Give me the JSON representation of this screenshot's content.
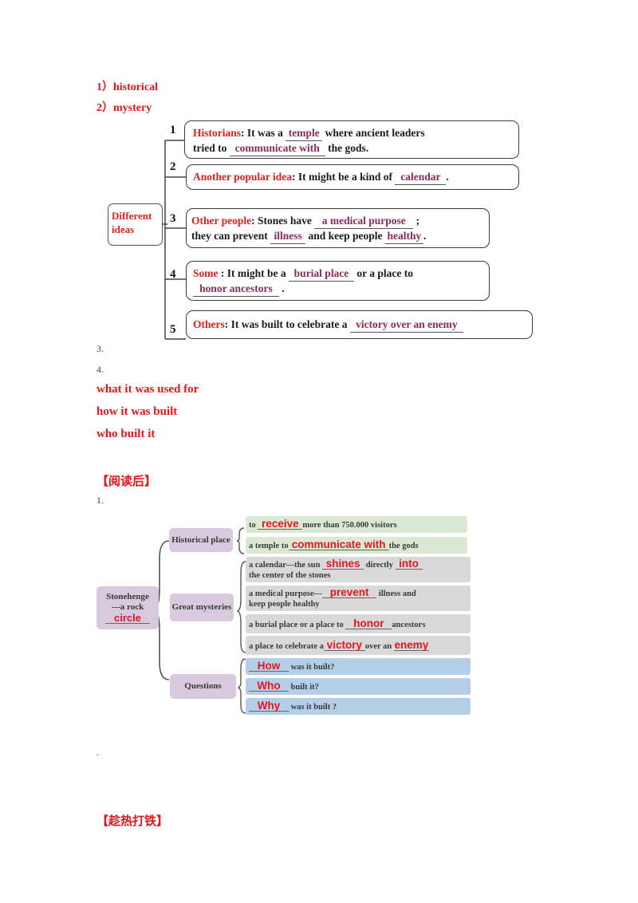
{
  "list1": [
    "1）historical",
    "2）mystery"
  ],
  "diagram1": {
    "center": "Different ideas",
    "items": [
      {
        "num": "1",
        "label": "Historians",
        "pre": ": It was a ",
        "fill1": "temple",
        "mid": " where ancient leaders",
        "line2pre": "tried to ",
        "fill2": "communicate with",
        "line2post": " the gods."
      },
      {
        "num": "2",
        "label": "Another popular idea",
        "pre": ": It might be a kind of ",
        "fill1": "calendar",
        "post": "."
      },
      {
        "num": "3",
        "label": "Other people",
        "pre": ": Stones have ",
        "fill1": "a medical purpose",
        "mid": " ;",
        "line2pre": "they can prevent ",
        "fill2": "illness",
        "line2mid": " and keep people ",
        "fill3": "healthy",
        "line2post": "."
      },
      {
        "num": "4",
        "label": "Some",
        "pre": " : It might be a ",
        "fill1": "burial place",
        "mid": " or a place to",
        "fill2": "honor ancestors",
        "line2post": " ."
      },
      {
        "num": "5",
        "label": "Others",
        "pre": ":  It was built to celebrate a ",
        "fill1": "victory over an enemy"
      }
    ]
  },
  "list2": [
    "3.",
    "4."
  ],
  "answers": [
    "what it was used for",
    "how it was built",
    "who built it"
  ],
  "section_after": "【阅读后】",
  "item1": "1.",
  "diagram2": {
    "center_top": "Stonehenge",
    "center_mid": "---a rock",
    "center_ans": "circle",
    "branches": [
      "Historical place",
      "Great mysteries",
      "Questions"
    ],
    "rows": {
      "r1_pre": "to ",
      "r1_ans": "receive",
      "r1_post": "more than 750.000 visitors",
      "r2_pre": "a temple to",
      "r2_ans": "communicate with",
      "r2_post": "the gods",
      "r3_pre": "a calendar---the sun ",
      "r3_ans1": "shines",
      "r3_mid": " directly ",
      "r3_ans2": "into",
      "r3_line2": "the center of the stones",
      "r4_pre": "a medical purpose---",
      "r4_ans": "prevent",
      "r4_post": " illness and",
      "r4_line2": "keep people healthy",
      "r5_pre": "a burial place or a place to ",
      "r5_ans": "honor",
      "r5_post": "ancestors",
      "r6_pre": "a place to celebrate a",
      "r6_ans1": "victory",
      "r6_mid": "over an ",
      "r6_ans2": "enemy",
      "q1_ans": "How",
      "q1_post": "  was it built?",
      "q2_ans": "Who",
      "q2_post": " built it?",
      "q3_ans": "Why",
      "q3_post": " was it built ?"
    }
  },
  "dot": ".",
  "section_next": "【趁热打铁】"
}
